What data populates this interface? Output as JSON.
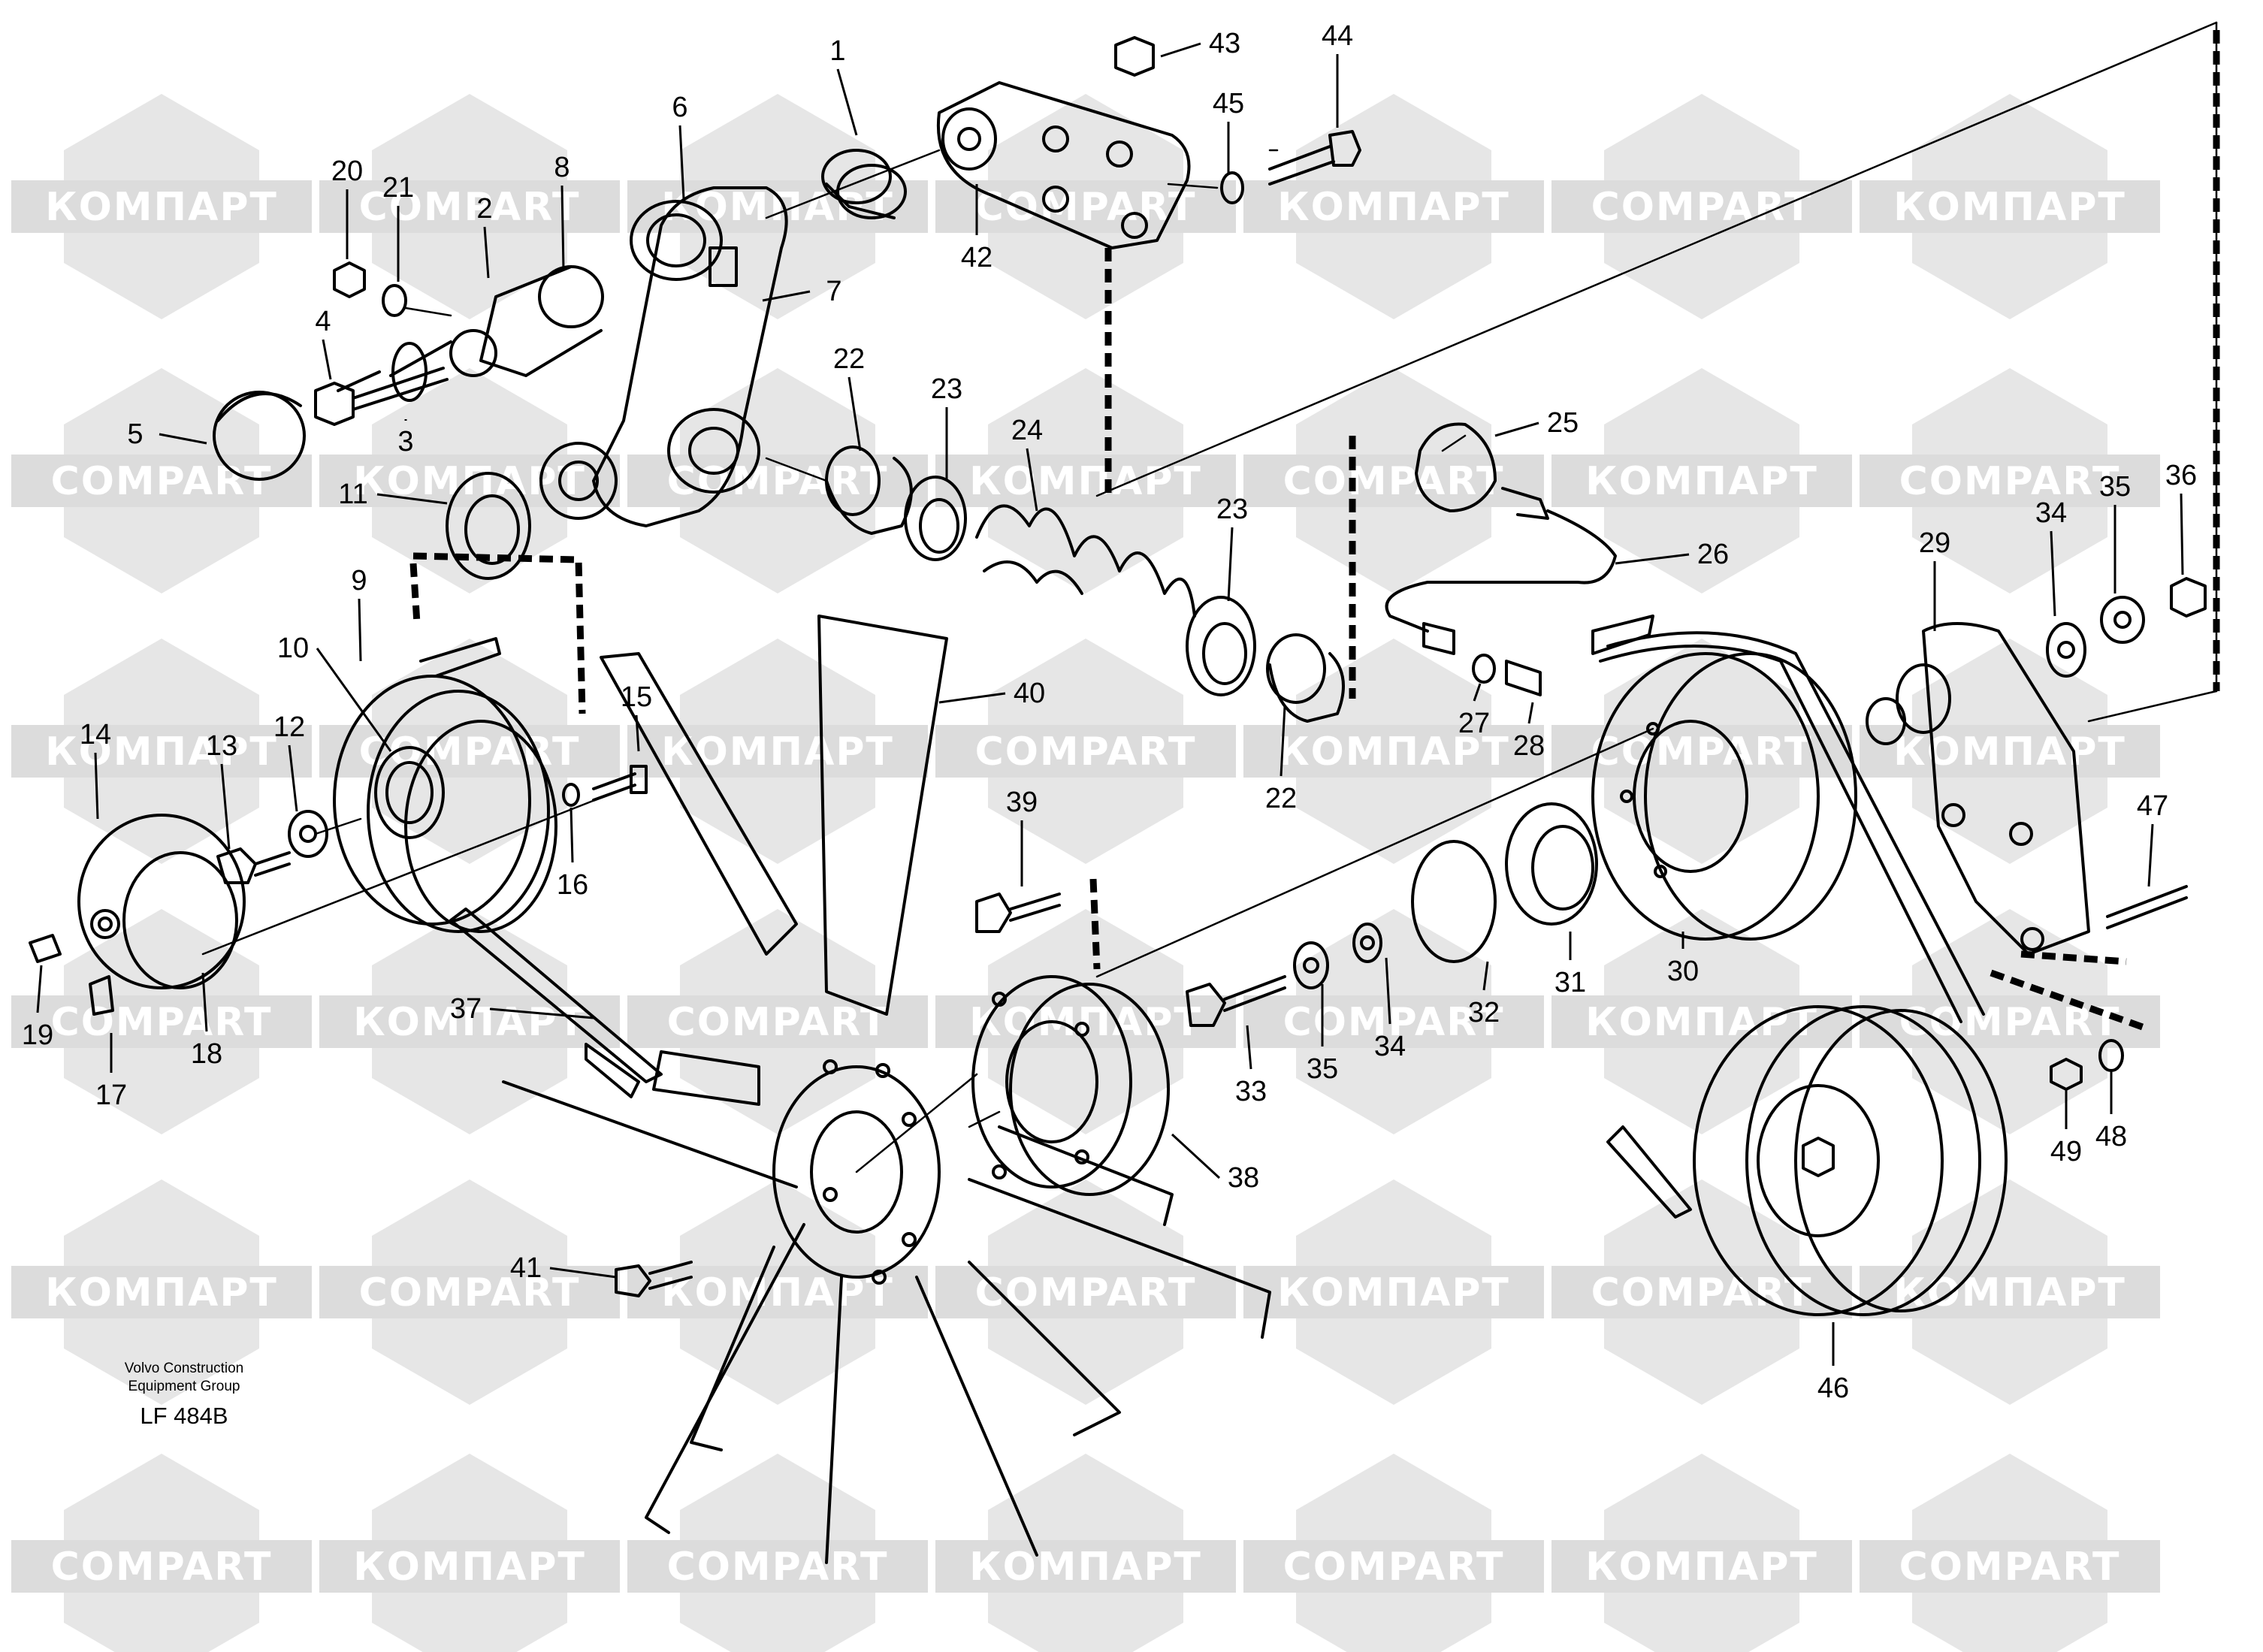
{
  "diagram": {
    "credit_line1": "Volvo Construction",
    "credit_line2": "Equipment Group",
    "code": "LF 484B",
    "watermark_latin": "COMPART",
    "watermark_cyrillic": "КОМПАРТ",
    "callouts": [
      {
        "n": "1"
      },
      {
        "n": "2"
      },
      {
        "n": "3"
      },
      {
        "n": "4"
      },
      {
        "n": "5"
      },
      {
        "n": "6"
      },
      {
        "n": "7"
      },
      {
        "n": "8"
      },
      {
        "n": "9"
      },
      {
        "n": "10"
      },
      {
        "n": "11"
      },
      {
        "n": "12"
      },
      {
        "n": "13"
      },
      {
        "n": "14"
      },
      {
        "n": "15"
      },
      {
        "n": "16"
      },
      {
        "n": "17"
      },
      {
        "n": "18"
      },
      {
        "n": "19"
      },
      {
        "n": "20"
      },
      {
        "n": "21"
      },
      {
        "n": "22"
      },
      {
        "n": "22"
      },
      {
        "n": "23"
      },
      {
        "n": "23"
      },
      {
        "n": "24"
      },
      {
        "n": "25"
      },
      {
        "n": "26"
      },
      {
        "n": "27"
      },
      {
        "n": "28"
      },
      {
        "n": "29"
      },
      {
        "n": "30"
      },
      {
        "n": "31"
      },
      {
        "n": "32"
      },
      {
        "n": "33"
      },
      {
        "n": "34"
      },
      {
        "n": "34"
      },
      {
        "n": "35"
      },
      {
        "n": "35"
      },
      {
        "n": "36"
      },
      {
        "n": "37"
      },
      {
        "n": "38"
      },
      {
        "n": "39"
      },
      {
        "n": "40"
      },
      {
        "n": "41"
      },
      {
        "n": "42"
      },
      {
        "n": "43"
      },
      {
        "n": "44"
      },
      {
        "n": "45"
      },
      {
        "n": "46"
      },
      {
        "n": "47"
      },
      {
        "n": "48"
      },
      {
        "n": "49"
      }
    ]
  }
}
